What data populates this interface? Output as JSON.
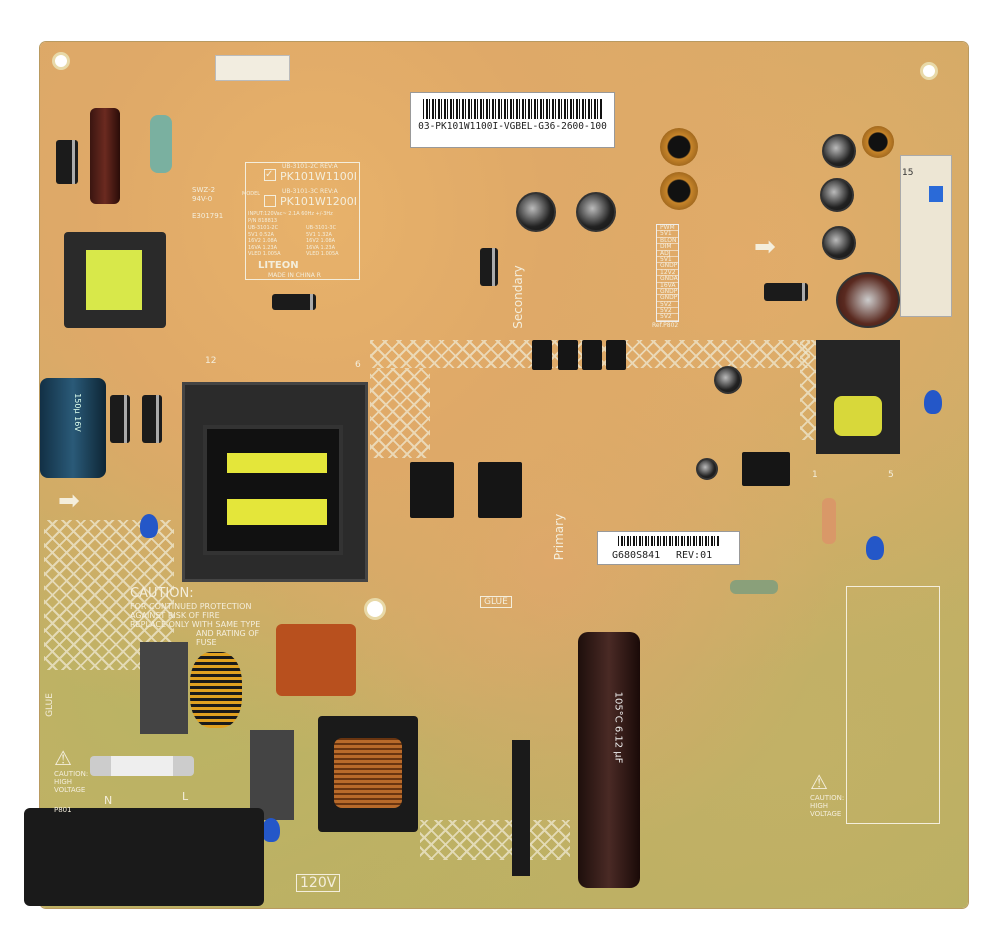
{
  "barcode_label": {
    "text": "03-PK101W1100I-VGBEL-G36-2600-100"
  },
  "sub_label": {
    "part": "G680S841",
    "rev": "REV:01"
  },
  "model_box": {
    "model_heading": "MODEL",
    "option1_code": "UB-3101-2C REV:A",
    "option1_model": "PK101W1100I",
    "option1_checked": true,
    "option2_code": "UB-3101-3C REV:A",
    "option2_model": "PK101W1200I",
    "input": "INPUT:120Vac~ 2.1A 60Hz +/-3Hz",
    "pn": "P/N 818813",
    "col1": [
      "UB-3101-2C",
      "5V1 0.52A",
      "16V2 1.08A",
      "16VA 1.23A",
      "VLED 1.005A"
    ],
    "col2": [
      "UB-3101-3C",
      "5V1 1.32A",
      "16V2 1.08A",
      "16VA 1.23A",
      "VLED 1.005A"
    ],
    "brand": "LITEON",
    "origin": "MADE IN CHINA R"
  },
  "ul_mark": {
    "line1": "SWZ-2",
    "line2": "94V-0",
    "file": "E301791"
  },
  "caution_fuse": {
    "title": "CAUTION:",
    "lines": [
      "FOR CONTINUED PROTECTION",
      "AGAINST RISK OF FIRE",
      "REPLACE ONLY WITH SAME TYPE",
      "AND RATING OF",
      "FUSE"
    ]
  },
  "caution_hv_left": {
    "lines": [
      "CAUTION:",
      "HIGH",
      "VOLTAGE"
    ]
  },
  "caution_hv_right": {
    "lines": [
      "CAUTION:",
      "HIGH",
      "VOLTAGE"
    ]
  },
  "silkscreen": {
    "voltage": "120V",
    "glue1": "GLUE",
    "glue2": "GLUE",
    "primary": "Primary",
    "secondary": "Secondary",
    "n": "N",
    "l": "L",
    "p801": "P801",
    "pin15": "15",
    "pin12": "12",
    "pin6": "6",
    "pin1": "1",
    "pin5": "5",
    "ref_p802": "Ref.P802"
  },
  "connector_pins": [
    "PWM",
    "5V1",
    "BLON",
    "DIM",
    "ADJ",
    "5V1",
    "GNDP",
    "12V2",
    "GNDA",
    "16VA",
    "GNDP",
    "GNDP",
    "5V2",
    "5V2",
    "5V2"
  ],
  "caps": {
    "bulk": "105°C 6.12 μF",
    "filter": "150μ 16V"
  }
}
